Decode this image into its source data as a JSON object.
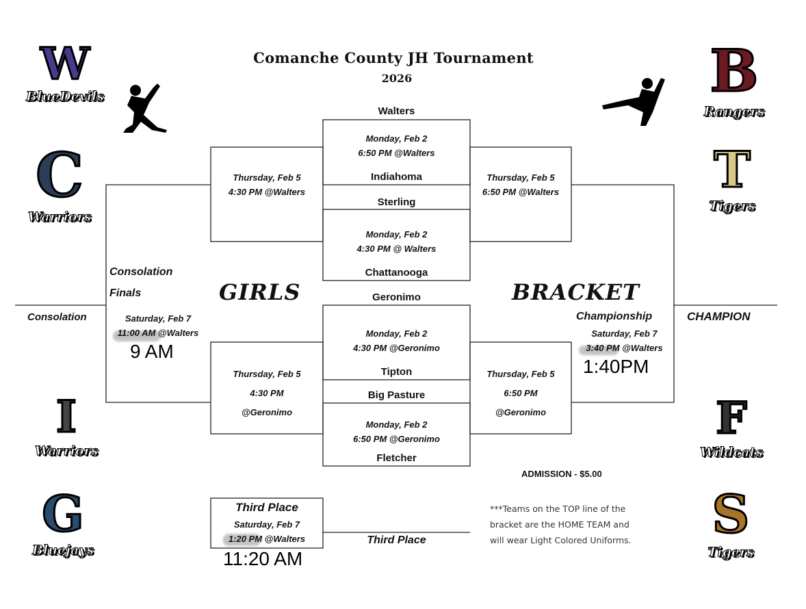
{
  "header": {
    "title": "Comanche County JH Tournament",
    "year": "2026"
  },
  "bracket_labels": {
    "girls": "GIRLS",
    "bracket": "BRACKET",
    "consolation": "Consolation",
    "consolation_finals_1": "Consolation",
    "consolation_finals_2": "Finals",
    "championship": "Championship",
    "champion": "CHAMPION",
    "third_place_box": "Third Place",
    "third_place_line": "Third Place"
  },
  "teams": [
    "Walters",
    "Indiahoma",
    "Sterling",
    "Chattanooga",
    "Geronimo",
    "Tipton",
    "Big Pasture",
    "Fletcher"
  ],
  "games": {
    "g1": [
      "Monday, Feb 2",
      "6:50 PM @Walters"
    ],
    "g2": [
      "Monday, Feb 2",
      "4:30 PM @ Walters"
    ],
    "g3": [
      "Monday, Feb 2",
      "4:30 PM @Geronimo"
    ],
    "g4": [
      "Monday, Feb 2",
      "6:50 PM @Geronimo"
    ],
    "semi_left_top": [
      "Thursday, Feb 5",
      "4:30 PM @Walters"
    ],
    "semi_right_top": [
      "Thursday, Feb 5",
      "6:50 PM @Walters"
    ],
    "semi_left_bottom": [
      "Thursday, Feb 5",
      "4:30 PM",
      "@Geronimo"
    ],
    "semi_right_bottom": [
      "Thursday, Feb 5",
      "6:50 PM",
      "@Geronimo"
    ],
    "consolation_finals": [
      "Saturday, Feb 7",
      "11:00 AM @Walters"
    ],
    "championship": [
      "Saturday, Feb 7",
      "3:40 PM @Walters"
    ],
    "third_place": [
      "Saturday, Feb 7",
      "1:20 PM @Walters"
    ]
  },
  "handwritten": {
    "consolation": "9 AM",
    "championship": "1:40PM",
    "third_place": "11:20 AM"
  },
  "admission": "ADMISSION - $5.00",
  "note": [
    "***Teams on the TOP line of the",
    "bracket are the HOME TEAM and",
    "will wear Light Colored Uniforms."
  ],
  "logos": {
    "w": {
      "letter": "W",
      "name": "BlueDevils",
      "color": "#4b3a8c"
    },
    "c": {
      "letter": "C",
      "name": "Warriors",
      "color": "#2c3e55"
    },
    "i": {
      "letter": "I",
      "name": "Warriors",
      "color": "#444444"
    },
    "g": {
      "letter": "G",
      "name": "Bluejays",
      "color": "#2a4a6e"
    },
    "b": {
      "letter": "B",
      "name": "Rangers",
      "color": "#6b1a22"
    },
    "t": {
      "letter": "T",
      "name": "Tigers",
      "color": "#d8c98a"
    },
    "f": {
      "letter": "F",
      "name": "Wildcats",
      "color": "#333333"
    },
    "s": {
      "letter": "S",
      "name": "Tigers",
      "color": "#a8742a"
    }
  }
}
